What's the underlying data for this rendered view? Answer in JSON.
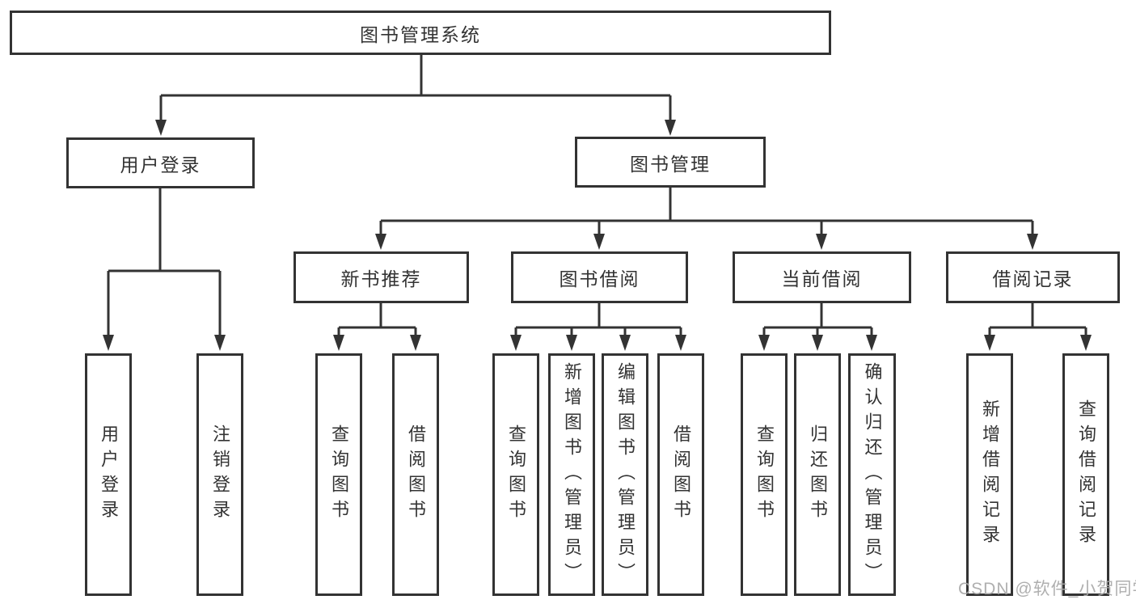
{
  "diagram": {
    "root": {
      "label": "图书管理系统"
    },
    "children": [
      {
        "label": "用户登录",
        "children": [
          {
            "label": "用户登录"
          },
          {
            "label": "注销登录"
          }
        ]
      },
      {
        "label": "图书管理",
        "children": [
          {
            "label": "新书推荐",
            "children": [
              {
                "label": "查询图书"
              },
              {
                "label": "借阅图书"
              }
            ]
          },
          {
            "label": "图书借阅",
            "children": [
              {
                "label": "查询图书"
              },
              {
                "label": "新增图书（管理员）"
              },
              {
                "label": "编辑图书（管理员）"
              },
              {
                "label": "借阅图书"
              }
            ]
          },
          {
            "label": "当前借阅",
            "children": [
              {
                "label": "查询图书"
              },
              {
                "label": "归还图书"
              },
              {
                "label": "确认归还（管理员）"
              }
            ]
          },
          {
            "label": "借阅记录",
            "children": [
              {
                "label": "新增借阅记录"
              },
              {
                "label": "查询借阅记录"
              }
            ]
          }
        ]
      }
    ]
  },
  "watermark": {
    "text": "CSDN @软件_小贺同学"
  },
  "colors": {
    "line": "#333333",
    "text": "#333333",
    "box_background": "#ffffff",
    "watermark": "#a8a8a8",
    "background": "#ffffff"
  }
}
